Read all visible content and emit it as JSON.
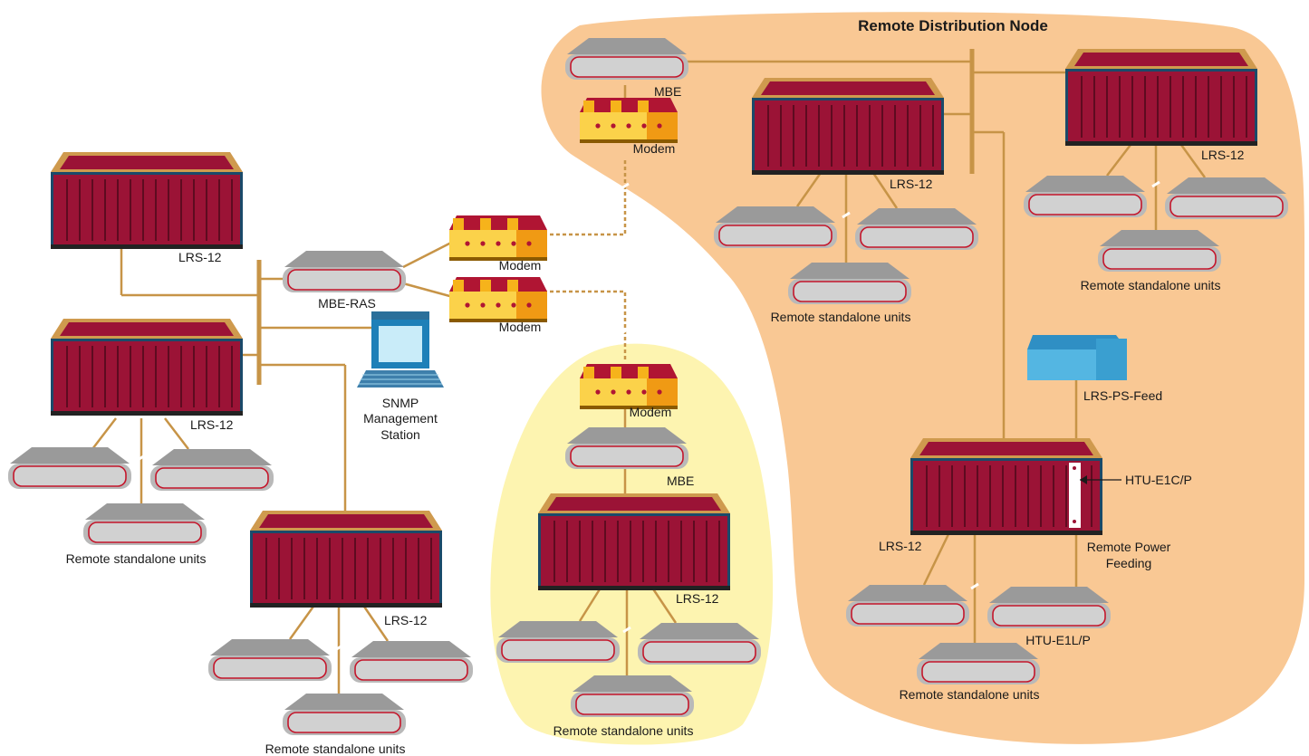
{
  "title": "Remote Distribution Node",
  "labels": {
    "lrs_a": "LRS-12",
    "lrs_b": "LRS-12",
    "lrs_c": "LRS-12",
    "lrs_d": "LRS-12",
    "lrs_e": "LRS-12",
    "lrs_f": "LRS-12",
    "lrs_g": "LRS-12",
    "mbe_ras": "MBE-RAS",
    "modem_1": "Modem",
    "modem_2": "Modem",
    "modem_3": "Modem",
    "modem_4": "Modem",
    "mbe_1": "MBE",
    "mbe_2": "MBE",
    "snmp_1": "SNMP",
    "snmp_2": "Management",
    "snmp_3": "Station",
    "rsu_1": "Remote standalone units",
    "rsu_2": "Remote standalone units",
    "rsu_3": "Remote standalone units",
    "rsu_4": "Remote standalone units",
    "rsu_5": "Remote standalone units",
    "rsu_6": "Remote standalone units",
    "ps_feed": "LRS-PS-Feed",
    "htu_e1c": "HTU-E1C/P",
    "rpf_1": "Remote Power",
    "rpf_2": "Feeding",
    "htu_e1l": "HTU-E1L/P"
  },
  "colors": {
    "orange_region": "#f9c894",
    "yellow_region": "#fdf4b0",
    "rack": "#9b1336",
    "rack_trim": "#cf9a4e",
    "link": "#c79447",
    "unit": "#9a9a9a",
    "modem": "#f6b31b",
    "ps_feed": "#54b6e2",
    "monitor": "#1e80b8"
  }
}
